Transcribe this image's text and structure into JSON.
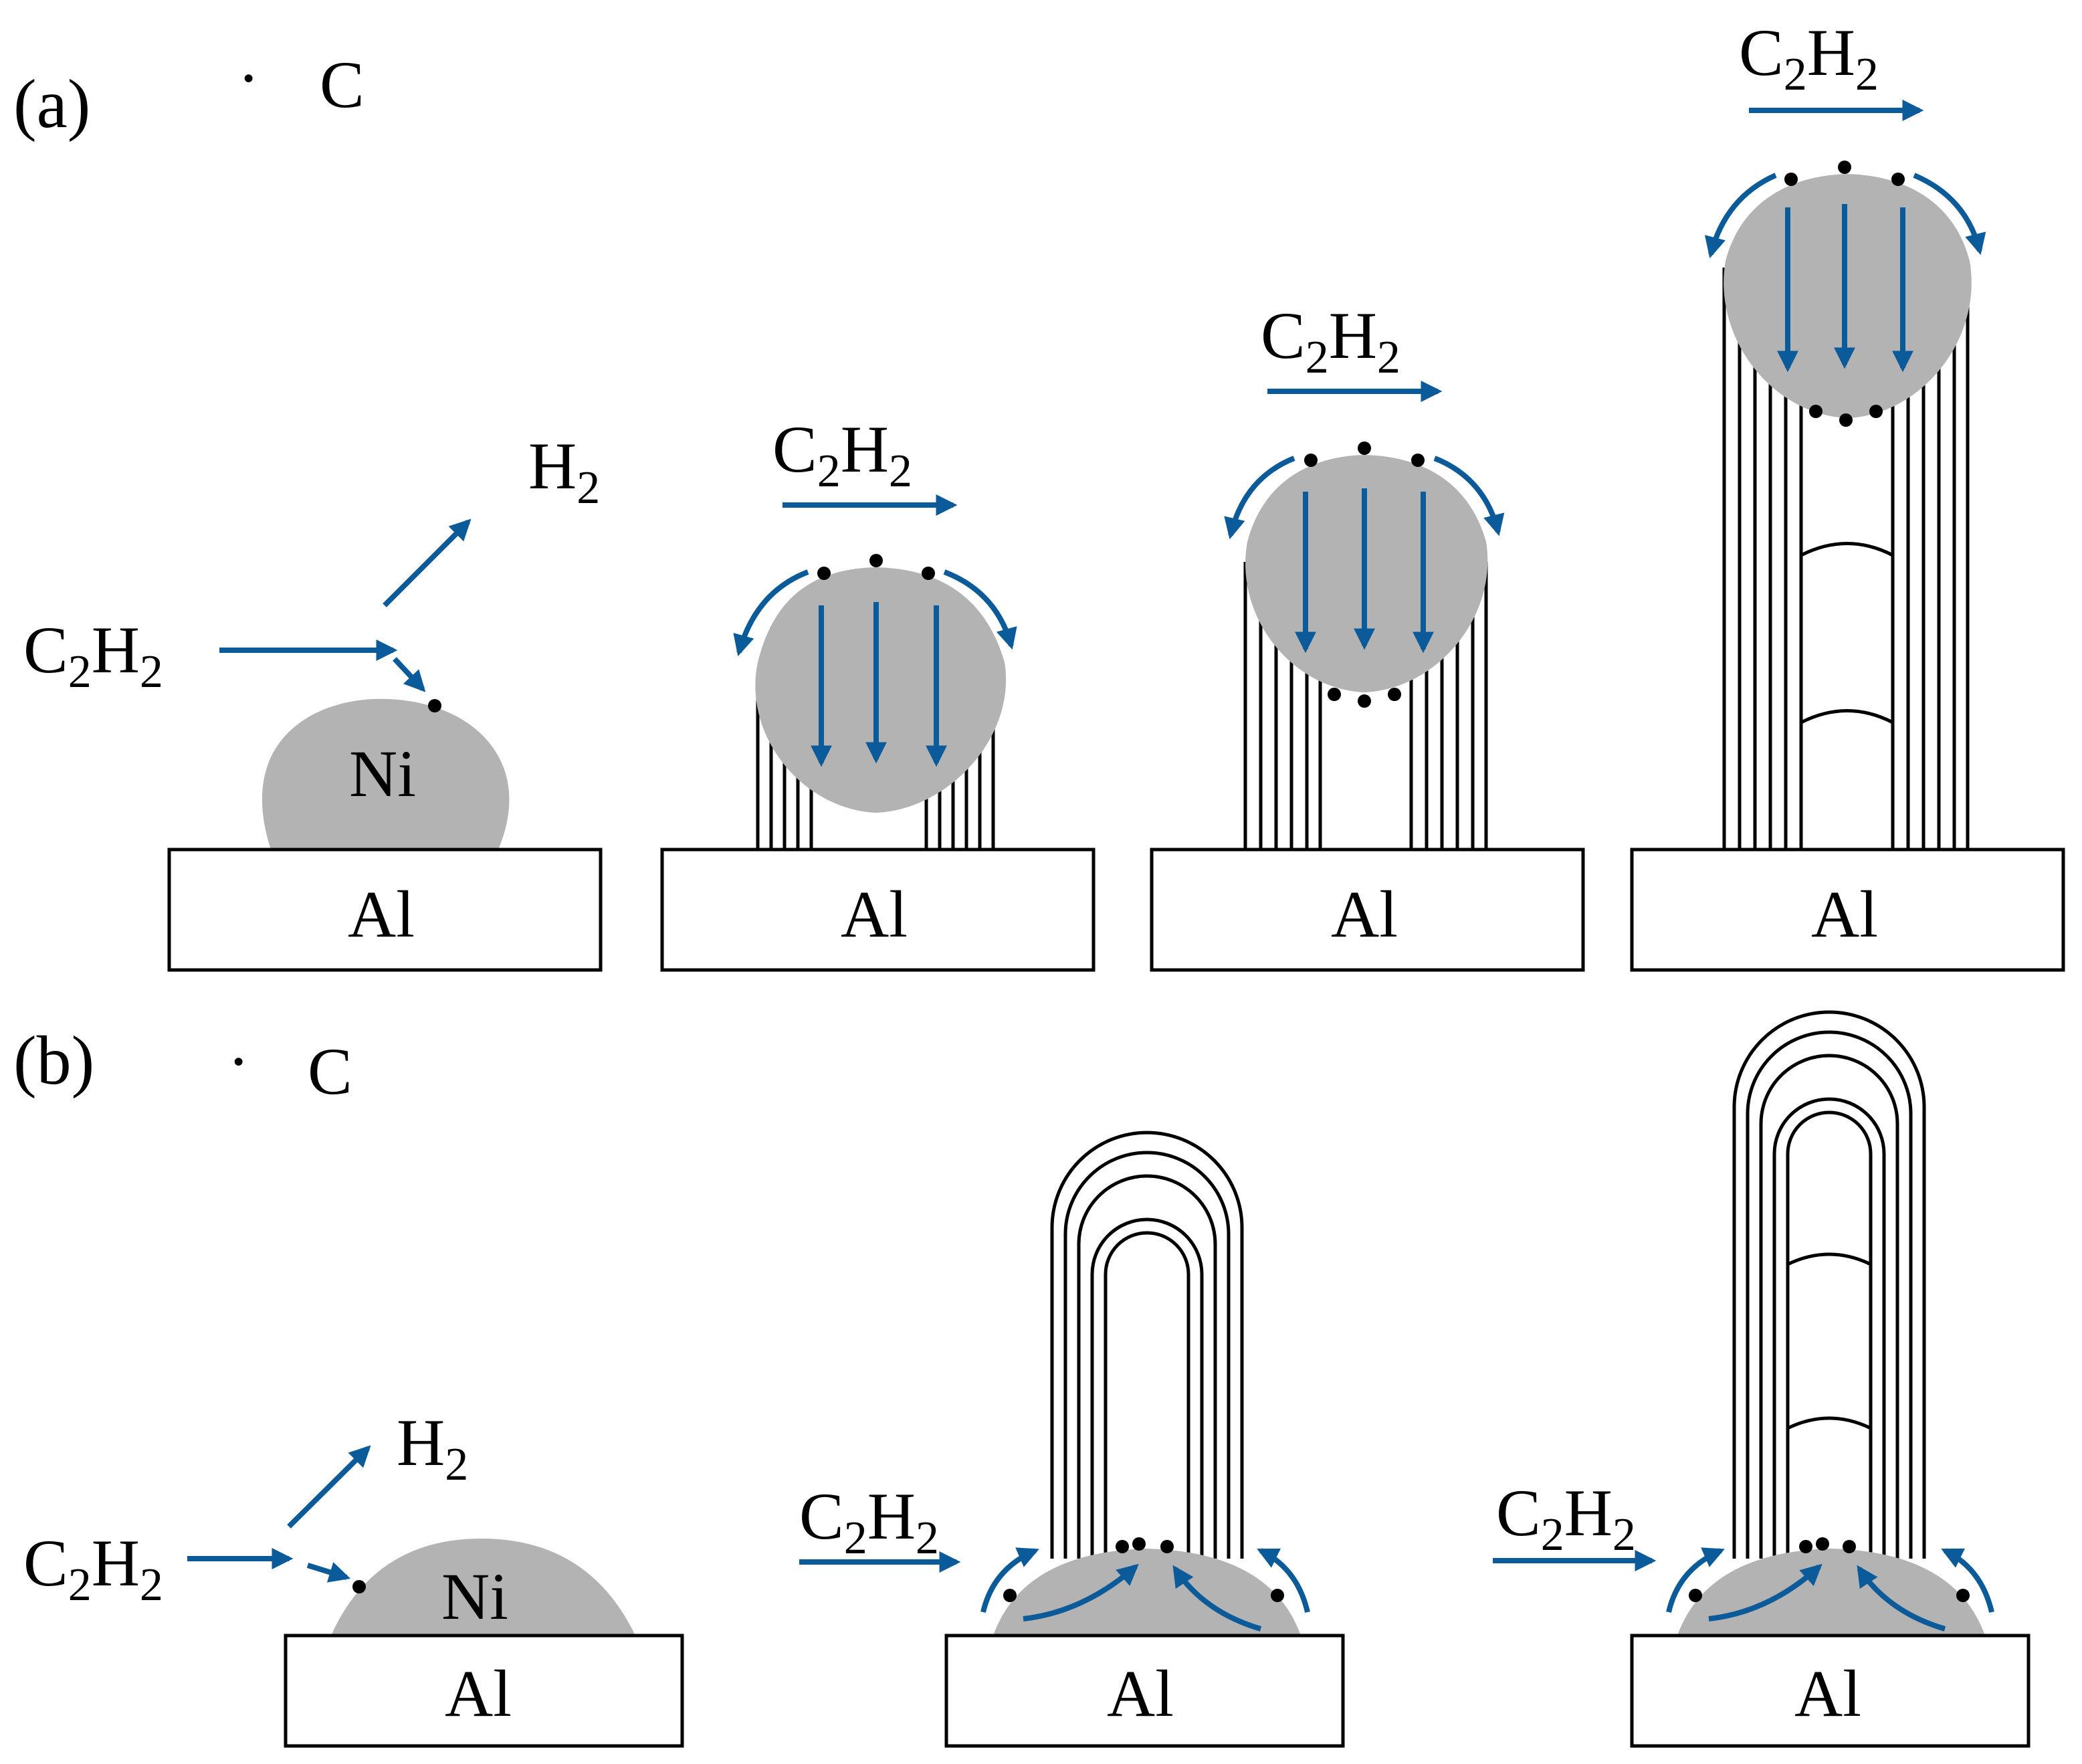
{
  "panel_a": {
    "label": "(a)",
    "legend_symbol": "·",
    "legend_text": "C",
    "substrate_label": "Al",
    "catalyst_label": "Ni",
    "h2": {
      "main": "H",
      "sub": "2"
    },
    "c2h2": {
      "main1": "C",
      "sub1": "2",
      "main2": "H",
      "sub2": "2"
    }
  },
  "panel_b": {
    "label": "(b)",
    "legend_symbol": "·",
    "legend_text": "C",
    "substrate_label": "Al",
    "catalyst_label": "Ni",
    "h2": {
      "main": "H",
      "sub": "2"
    },
    "c2h2": {
      "main1": "C",
      "sub1": "2",
      "main2": "H",
      "sub2": "2"
    }
  },
  "colors": {
    "arrow": "#0b5a99",
    "particle": "#b3b3b3",
    "outline": "#000000"
  }
}
